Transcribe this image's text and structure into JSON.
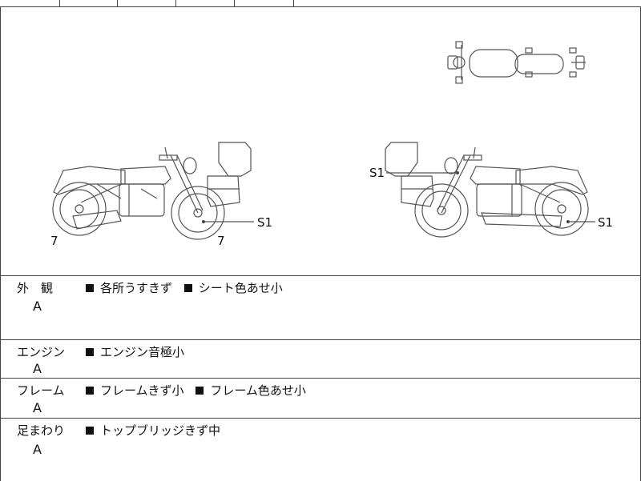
{
  "diagram": {
    "left_bike": {
      "callout": "S1",
      "tire_front": "7",
      "tire_rear": "7"
    },
    "right_bike": {
      "callout_left": "S1",
      "callout_right": "S1"
    }
  },
  "sections": [
    {
      "title": "外　観",
      "grade": "A",
      "notes": [
        "各所うすきず",
        "シート色あせ小"
      ]
    },
    {
      "title": "エンジン",
      "grade": "A",
      "notes": [
        "エンジン音極小"
      ]
    },
    {
      "title": "フレーム",
      "grade": "A",
      "notes": [
        "フレームきず小",
        "フレーム色あせ小"
      ]
    },
    {
      "title": "足まわり",
      "grade": "A",
      "notes": [
        "トップブリッジきず中"
      ]
    }
  ]
}
